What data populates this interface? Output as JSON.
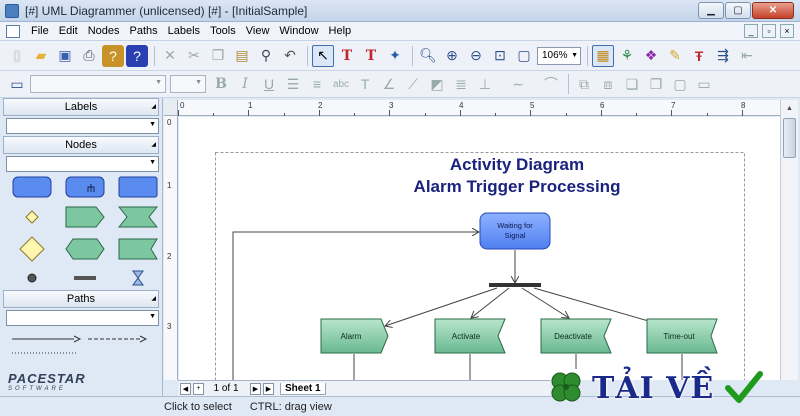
{
  "window": {
    "title": "[#] UML Diagrammer (unlicensed) [#] - [InitialSample]"
  },
  "menu": [
    "File",
    "Edit",
    "Nodes",
    "Paths",
    "Labels",
    "Tools",
    "View",
    "Window",
    "Help"
  ],
  "toolbar": {
    "zoom": "106%"
  },
  "panels": {
    "labels_title": "Labels",
    "nodes_title": "Nodes",
    "paths_title": "Paths"
  },
  "logo": {
    "name": "PACESTAR",
    "sub": "SOFTWARE"
  },
  "rulers": {
    "h": [
      "0",
      "1",
      "2",
      "3",
      "4",
      "5",
      "6",
      "7",
      "8"
    ],
    "v": [
      "0",
      "1",
      "2",
      "3"
    ]
  },
  "diagram": {
    "title_line1": "Activity Diagram",
    "title_line2": "Alarm Trigger Processing",
    "start_node": "Waiting for Signal",
    "branches": [
      "Alarm",
      "Activate",
      "Deactivate",
      "Time-out"
    ]
  },
  "sheet": {
    "page_info": "1 of 1",
    "tab": "Sheet 1"
  },
  "status": {
    "text": "Click to select",
    "hint": "CTRL: drag view"
  },
  "watermark": {
    "text": "TẢI VỀ"
  },
  "colors": {
    "action_fill": "#5a8cf0",
    "state_fill": "#7cc6a0",
    "title": "#1a237e"
  }
}
